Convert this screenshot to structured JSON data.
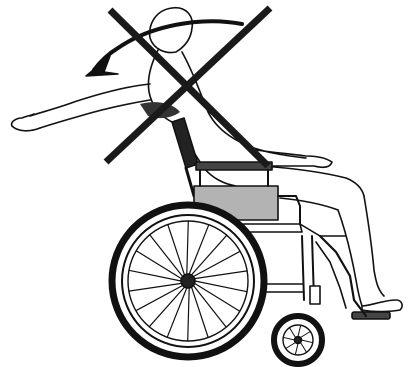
{
  "figure": {
    "subject": "wheelchair-user-reaching-backward",
    "prohibition_mark": "x-cross",
    "motion_indicator": "curved-arrow",
    "colors": {
      "line": "#111111",
      "cushion": "#b3b3b3",
      "background": "#ffffff",
      "prohibition": "#1a1a1a"
    }
  }
}
